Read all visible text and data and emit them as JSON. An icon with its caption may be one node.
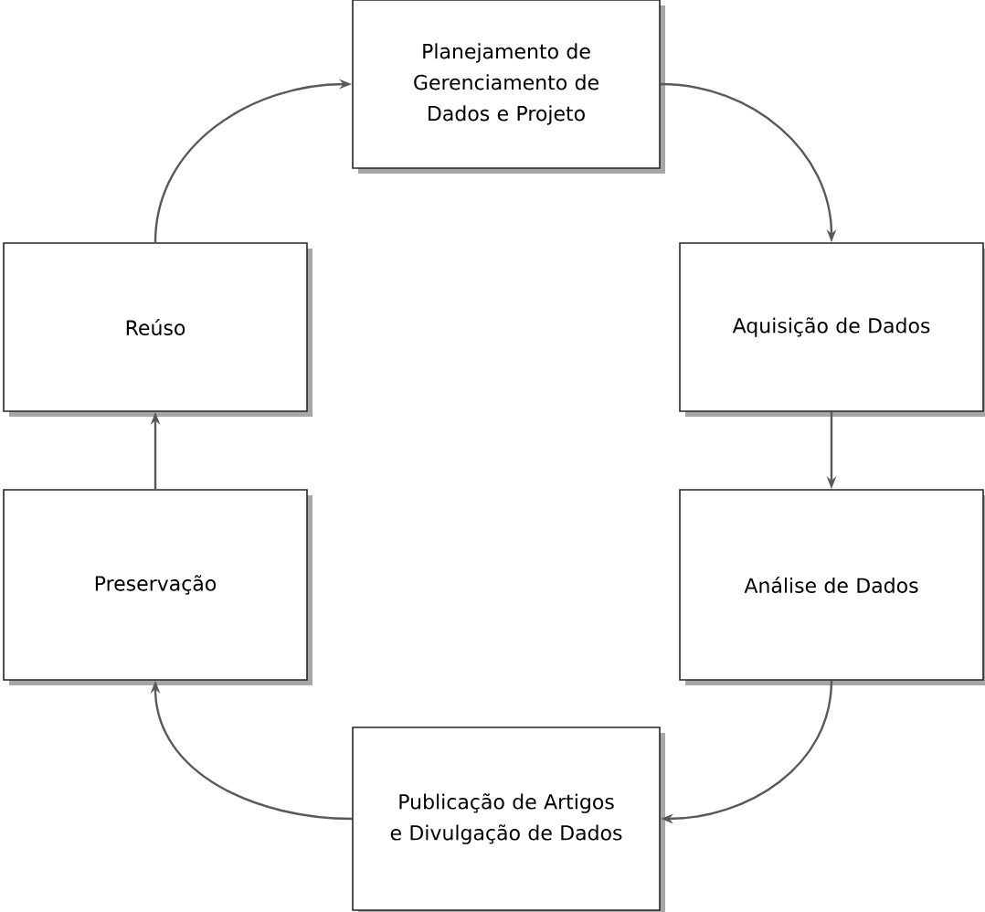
{
  "diagram": {
    "nodes": [
      {
        "text": [
          "Planejamento de Gerenciamento de Dados e Projeto"
        ]
      },
      {
        "text": [
          "Aquisição de Dados"
        ]
      },
      {
        "text": [
          "Análise de Dados"
        ]
      },
      {
        "text": [
          "Publicação de Artigos e Divulgação de Dados"
        ]
      },
      {
        "text": [
          "Preservação"
        ]
      },
      {
        "text": [
          "Reúso"
        ]
      }
    ],
    "edges": [
      {
        "from": 0,
        "to": 1,
        "arrow": "to"
      },
      {
        "from": 1,
        "to": 2,
        "arrow": "to"
      },
      {
        "from": 2,
        "to": 3,
        "arrow": "to"
      },
      {
        "from": 3,
        "to": 4,
        "arrow": "to"
      },
      {
        "from": 4,
        "to": 5,
        "arrow": "to"
      },
      {
        "from": 5,
        "to": 0,
        "arrow": "to"
      }
    ]
  }
}
